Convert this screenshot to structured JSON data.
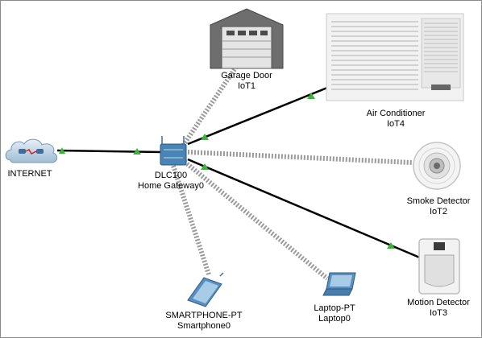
{
  "devices": {
    "internet": {
      "name": "INTERNET",
      "icon": "cloud-icon"
    },
    "gateway": {
      "model": "DLC100",
      "name": "Home Gateway0",
      "icon": "home-gateway-icon"
    },
    "garage": {
      "model": "Garage Door",
      "name": "IoT1",
      "icon": "garage-door-icon"
    },
    "aircon": {
      "model": "Air Conditioner",
      "name": "IoT4",
      "icon": "air-conditioner-icon"
    },
    "smoke": {
      "model": "Smoke Detector",
      "name": "IoT2",
      "icon": "smoke-detector-icon"
    },
    "motion": {
      "model": "Motion Detector",
      "name": "IoT3",
      "icon": "motion-detector-icon"
    },
    "laptop": {
      "model": "Laptop-PT",
      "name": "Laptop0",
      "icon": "laptop-icon"
    },
    "smartphone": {
      "model": "SMARTPHONE-PT",
      "name": "Smartphone0",
      "icon": "smartphone-icon"
    }
  },
  "links": [
    {
      "from": "internet",
      "to": "gateway",
      "type": "wired"
    },
    {
      "from": "gateway",
      "to": "aircon",
      "type": "wired"
    },
    {
      "from": "gateway",
      "to": "motion",
      "type": "wired"
    },
    {
      "from": "gateway",
      "to": "garage",
      "type": "wireless"
    },
    {
      "from": "gateway",
      "to": "smoke",
      "type": "wireless"
    },
    {
      "from": "gateway",
      "to": "laptop",
      "type": "wireless"
    },
    {
      "from": "gateway",
      "to": "smartphone",
      "type": "wireless"
    }
  ],
  "colors": {
    "link": "#000000",
    "wireless": "#9a9a9a",
    "link_up": "#3cb43c",
    "gateway_body": "#4a84b4"
  }
}
